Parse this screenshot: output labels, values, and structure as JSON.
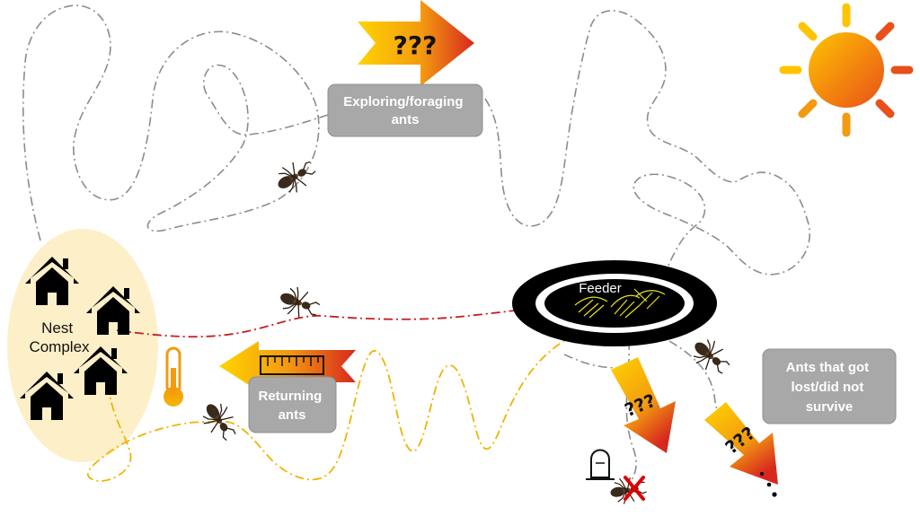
{
  "labels": {
    "nest": [
      "Nest",
      "Complex"
    ],
    "feeder": "Feeder",
    "exploring": [
      "Exploring/foraging",
      "ants"
    ],
    "returning": [
      "Returning",
      "ants"
    ],
    "lost": [
      "Ants that got",
      "lost/did not",
      "survive"
    ],
    "unknown": "???"
  },
  "colors": {
    "nest_fill": "#fdefc8",
    "box_fill": "#a8a8a8",
    "box_stroke": "#8f8f8f",
    "explore_path": "#8c8c8c",
    "return_path_red": "#c41e1e",
    "return_path_yellow": "#f0b400",
    "arrow_start": "#ffd400",
    "arrow_end": "#d7281e",
    "sun": "#f5a000",
    "feeder": "#000000"
  },
  "icons": [
    "house-icon",
    "thermometer-icon",
    "ruler-icon",
    "sun-icon",
    "gravestone-icon",
    "ant-icon",
    "red-x-icon"
  ]
}
